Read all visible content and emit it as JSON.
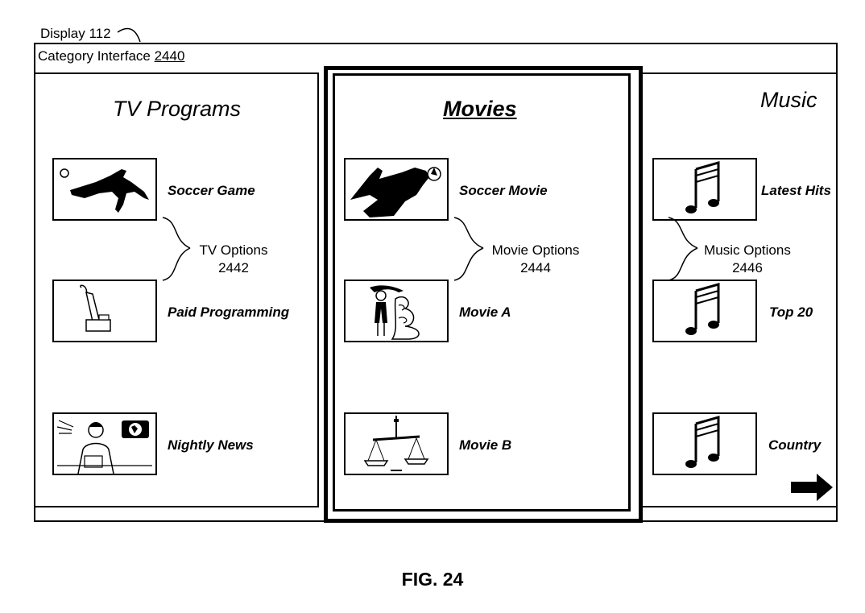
{
  "display_label": "Display 112",
  "interface": {
    "title_text": "Category Interface ",
    "title_ref": "2440"
  },
  "tv": {
    "title": "TV Programs",
    "items": [
      {
        "label": "Soccer Game"
      },
      {
        "label": "Paid Programming"
      },
      {
        "label": "Nightly News"
      }
    ],
    "options_label": "TV Options",
    "options_ref": "2442"
  },
  "movies": {
    "title": "Movies",
    "items": [
      {
        "label": "Soccer Movie"
      },
      {
        "label": "Movie A"
      },
      {
        "label": "Movie B"
      }
    ],
    "options_label": "Movie Options",
    "options_ref": "2444"
  },
  "music": {
    "title": "Music",
    "items": [
      {
        "label": "Latest Hits"
      },
      {
        "label": "Top 20"
      },
      {
        "label": "Country"
      }
    ],
    "options_label": "Music Options",
    "options_ref": "2446"
  },
  "figure_label": "FIG. 24"
}
